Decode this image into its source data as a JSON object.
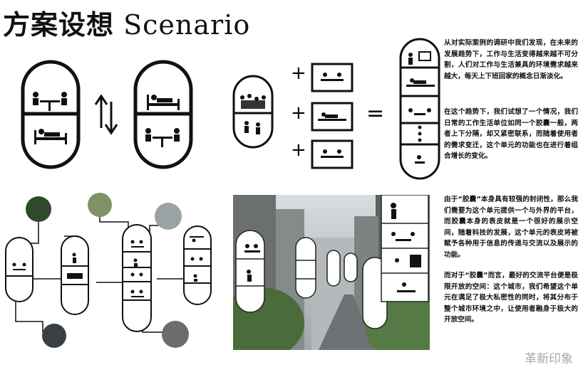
{
  "title": {
    "cn": "方案设想",
    "en": "Scenario"
  },
  "texts": {
    "p1": "从对实际案例的调研中我们发现，在未来的发展趋势下，工作与生活变得越来越不可分割，人们对工作与生活兼具的环境需求越来越大，每天上下班回家的概念日渐淡化。",
    "p2": "在这个趋势下，我们试想了一个情况，我们日常的工作生活单位如同一个胶囊一般，两者上下分隔，却又紧密联系，而随着使用者的需求变迁，这个单元的功能也在进行着组合增长的变化。",
    "p3": "由于“胶囊”本身具有较强的封闭性，那么我们需要为这个单元提供一个与外界的平台，而胶囊本身的表皮就是一个很好的展示空间，随着科技的发展，这个单元的表皮将被赋予各种用于信息的传递与交流以及展示的功能。",
    "p4": "而对于“胶囊”而言，最好的交流平台便是极限开放的空间：这个城市，我们希望这个单元在满足了极大私密性的同时，将其分布于整个城市环境之中，让使用者融身于极大的开放空间。"
  },
  "symbols": {
    "arrows": "↑↓",
    "plus": "+",
    "equals": "="
  },
  "watermark": "革新印象",
  "colors": {
    "ink": "#111111",
    "photo_green": "#4a6b3a",
    "sky": "#cfd6d8"
  }
}
